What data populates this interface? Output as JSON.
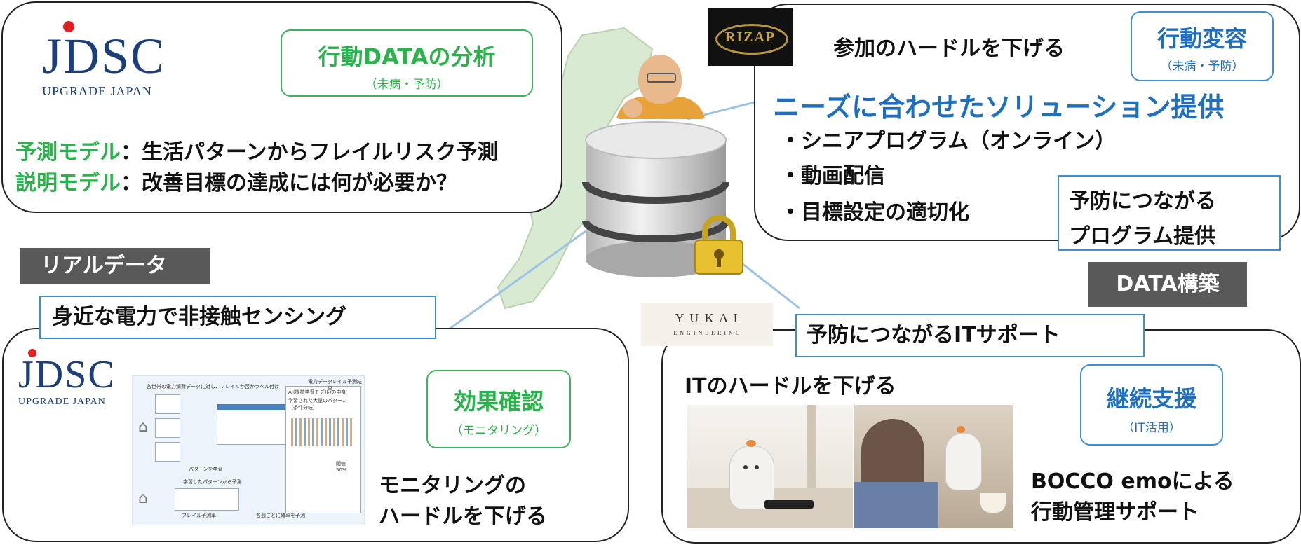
{
  "colors": {
    "green": "#2ab34a",
    "blue": "#1f6fbf",
    "tag_bg": "#595959",
    "map_green": "#d9ead3"
  },
  "analysis_panel": {
    "logo_main": "JDSC",
    "logo_sub": "UPGRADE JAPAN",
    "badge_title": "行動DATAの分析",
    "badge_sub": "（未病・予防）",
    "rows": [
      {
        "label": "予測モデル",
        "text": "：生活パターンからフレイルリスク予測"
      },
      {
        "label": "説明モデル",
        "text": "：改善目標の達成には何が必要か？"
      }
    ]
  },
  "solution_panel": {
    "logo_text": "RIZAP",
    "hurdle_text": "参加のハードルを下げる",
    "badge_title": "行動変容",
    "badge_sub": "（未病・予防）",
    "headline": "ニーズに合わせたソリューション提供",
    "bullets": [
      "・シニアプログラム（オンライン）",
      "・動画配信",
      "・目標設定の適切化"
    ],
    "program_box_line1": "予防につながる",
    "program_box_line2": "プログラム提供"
  },
  "tags": {
    "real_data": "リアルデータ",
    "data_build": "DATA構築"
  },
  "sensing_label": "身近な電力で非接触センシング",
  "monitoring_panel": {
    "logo_main": "JDSC",
    "logo_sub": "UPGRADE JAPAN",
    "badge_title": "効果確認",
    "badge_sub": "（モニタリング）",
    "text_line1": "モニタリングの",
    "text_line2": "ハードルを下げる",
    "figure": {
      "caption_top": "各世帯の電力消費データに対し、フレイルか否かラベル付け",
      "ai_title": "AI(機械学習モデル)の中身",
      "learned_pattern": "学習された大量のパターン（条件分岐）",
      "learn_label": "パターンを学習",
      "predict_label": "学習したパターンから予測",
      "bottom_left": "フレイル予測率",
      "bottom_right": "各週ごとに確率を予測",
      "threshold": "閾値",
      "threshold_pct": "50%",
      "legend": [
        "電力データ",
        "フレイル予測結果"
      ]
    }
  },
  "it_panel": {
    "logo_text": "Y U K A I",
    "logo_sub": "E N G I N E E R I N G",
    "it_support_label": "予防につながるITサポート",
    "hurdle_text": "ITのハードルを下げる",
    "badge_title": "継続支援",
    "badge_sub": "（IT活用）",
    "bocco_line1": "BOCCO emoによる",
    "bocco_line2": "行動管理サポート"
  }
}
